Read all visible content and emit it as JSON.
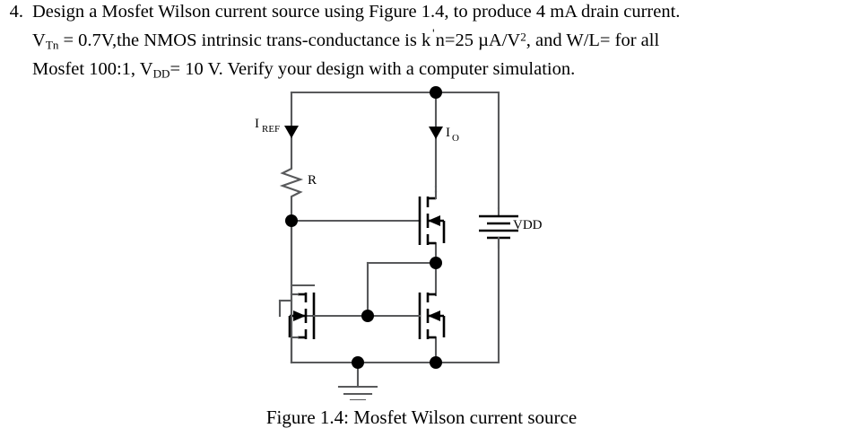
{
  "problem": {
    "number": "4.",
    "lines": [
      {
        "id": "line1",
        "parts": [
          {
            "t": "Design a Mosfet Wilson current source using Figure 1.4, to produce 4 mA drain current.",
            "k": "n"
          }
        ]
      },
      {
        "id": "line2",
        "parts": [
          {
            "t": "V",
            "k": "n"
          },
          {
            "t": "Tn",
            "k": "sub"
          },
          {
            "t": " = 0.7V,the NMOS intrinsic trans-conductance is k",
            "k": "n"
          },
          {
            "t": "ˈ",
            "k": "prime"
          },
          {
            "t": "n=25 µA/V",
            "k": "n"
          },
          {
            "t": "2",
            "k": "sup"
          },
          {
            "t": ", and W/L= for all",
            "k": "n"
          }
        ]
      },
      {
        "id": "line3",
        "parts": [
          {
            "t": "Mosfet 100:1, V",
            "k": "n"
          },
          {
            "t": "DD",
            "k": "sub"
          },
          {
            "t": "= 10 V. Verify your design with a computer simulation.",
            "k": "n"
          }
        ]
      }
    ]
  },
  "figure": {
    "caption": "Figure 1.4: Mosfet Wilson current source",
    "labels": {
      "iref_main": "I",
      "iref_sub": "REF",
      "io_main": "I",
      "io_sub": "O",
      "resistor": "R",
      "supply": "VDD"
    },
    "components": [
      {
        "name": "resistor-r",
        "label": "R",
        "type": "resistor"
      },
      {
        "name": "mosfet-m3-top",
        "label": "",
        "type": "nmos"
      },
      {
        "name": "mosfet-m1-left",
        "label": "",
        "type": "nmos"
      },
      {
        "name": "mosfet-m2-right",
        "label": "",
        "type": "nmos"
      },
      {
        "name": "battery-vdd",
        "label": "VDD",
        "type": "battery"
      },
      {
        "name": "ground",
        "label": "",
        "type": "ground"
      }
    ],
    "currents": [
      {
        "name": "i-ref",
        "label": "IREF",
        "direction": "down"
      },
      {
        "name": "i-out",
        "label": "IO",
        "direction": "down"
      }
    ],
    "colors": {
      "wire": "#58595b",
      "device": "#000000",
      "text": "#000000",
      "background": "#ffffff"
    }
  }
}
